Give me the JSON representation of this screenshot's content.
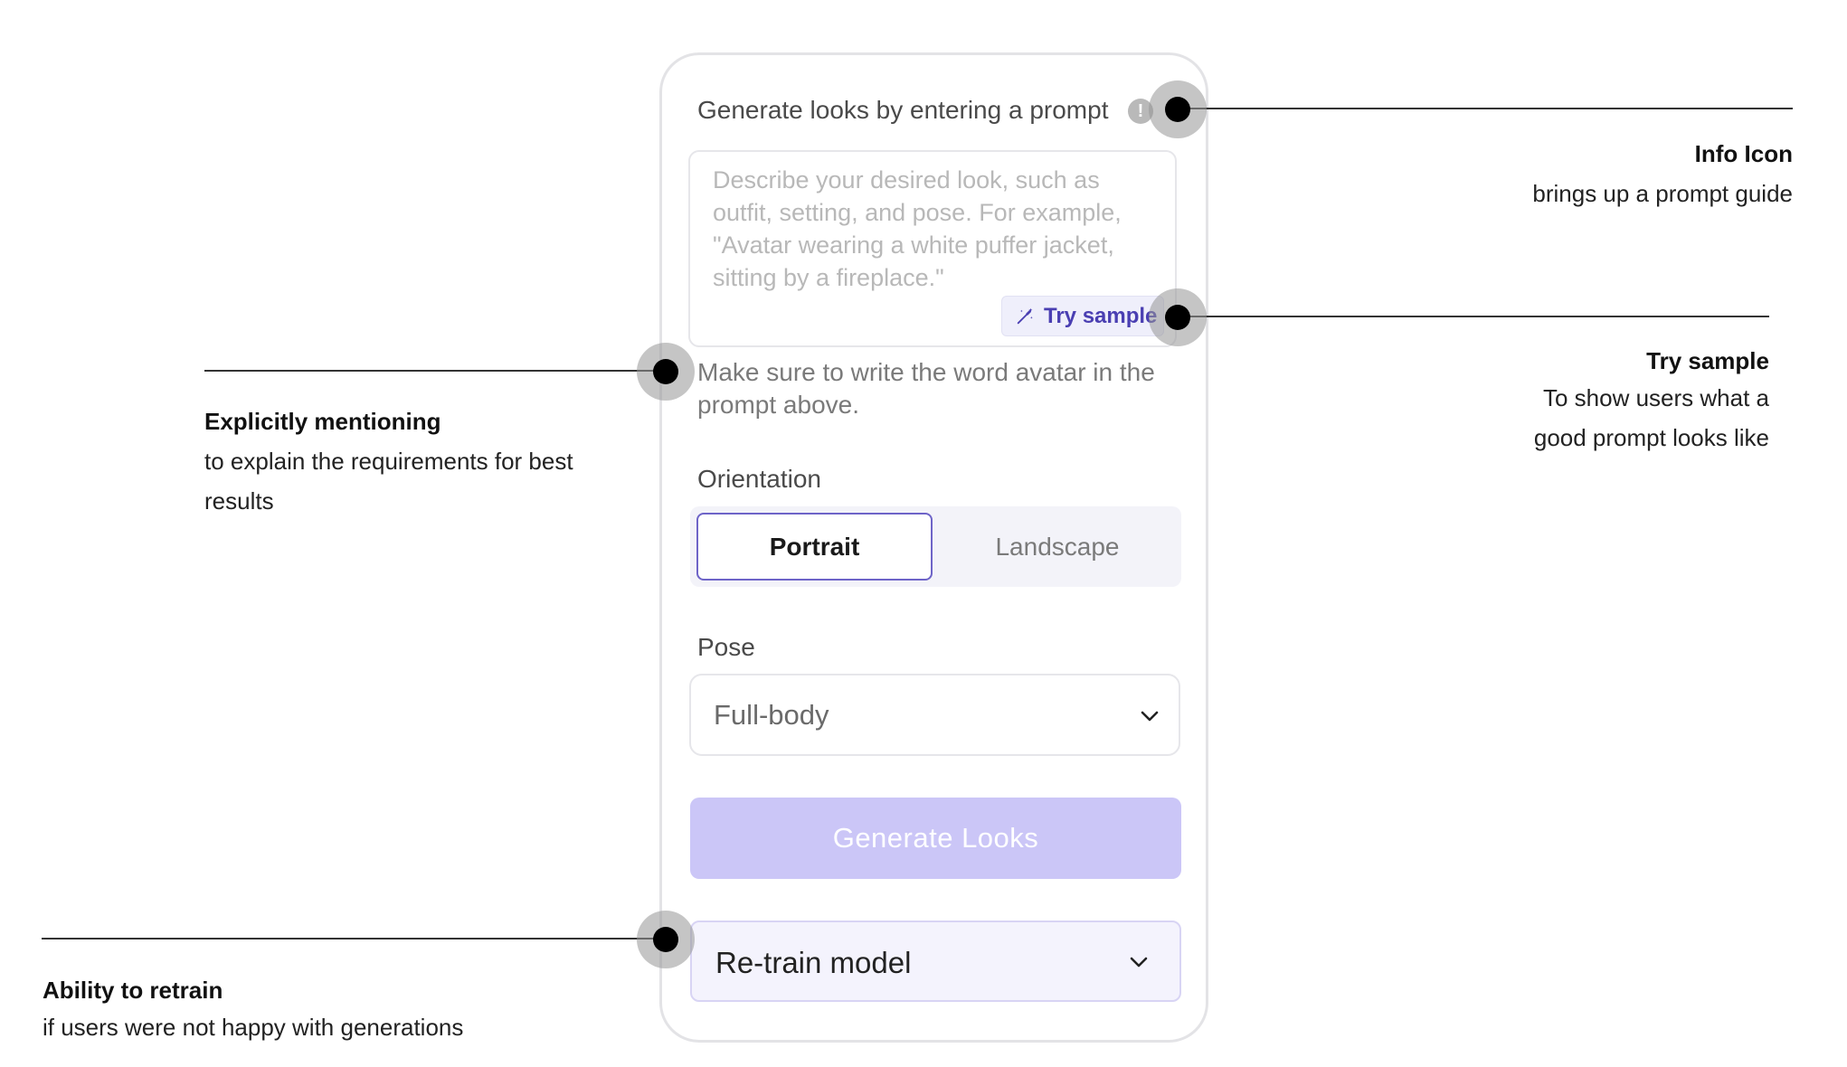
{
  "panel": {
    "prompt_title": "Generate looks by entering a prompt",
    "info_icon_glyph": "!",
    "prompt_placeholder": "Describe your desired look, such as outfit, setting, and pose. For example, \"Avatar wearing a white puffer jacket, sitting by a fireplace.\"",
    "try_sample_label": "Try sample",
    "hint": "Make sure to write the word avatar in the prompt above.",
    "orientation": {
      "label": "Orientation",
      "options": [
        "Portrait",
        "Landscape"
      ],
      "selected": "Portrait"
    },
    "pose": {
      "label": "Pose",
      "value": "Full-body"
    },
    "generate_label": "Generate Looks",
    "retrain_label": "Re-train model"
  },
  "annotations": {
    "info_icon": {
      "title": "Info Icon",
      "body": "brings up a prompt guide"
    },
    "try_sample": {
      "title": "Try sample",
      "lines": [
        "To show users what a",
        "good prompt looks like"
      ]
    },
    "explicit": {
      "title": "Explicitly mentioning",
      "lines": [
        "to explain the requirements for best",
        "results"
      ]
    },
    "retrain": {
      "title": "Ability to retrain",
      "body": "if users were not happy with generations"
    }
  },
  "colors": {
    "accent": "#4a3fb2",
    "generate_button": "#cbc6f7",
    "segment_border": "#6e64c8"
  },
  "icons": [
    "info-icon",
    "magic-wand-icon",
    "chevron-down-icon"
  ]
}
